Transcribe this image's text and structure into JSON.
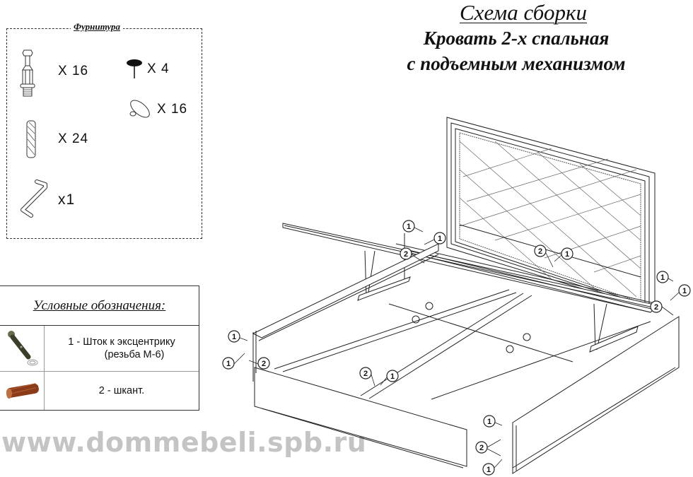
{
  "header": {
    "title": "Схема сборки",
    "subtitle_line1": "Кровать 2-х спальная",
    "subtitle_line2": "с подъемным механизмом"
  },
  "hardware": {
    "title": "Фурнитура",
    "items": [
      {
        "icon": "eccentric-rod-icon",
        "qty": "X  16"
      },
      {
        "icon": "dowel-icon",
        "qty": "X  24"
      },
      {
        "icon": "hex-key-icon",
        "qty": "x1"
      },
      {
        "icon": "nail-icon",
        "qty": "X  4"
      },
      {
        "icon": "cap-plug-icon",
        "qty": "X  16"
      }
    ]
  },
  "legend": {
    "title": "Условные обозначения:",
    "rows": [
      {
        "icon": "eccentric-rod-icon",
        "line1": "1 - Шток к эксцентрику",
        "line2": "(резьба М-6)"
      },
      {
        "icon": "dowel-icon",
        "line1": "2 - шкант.",
        "line2": ""
      }
    ]
  },
  "watermark": "www.dommebeli.spb.ru",
  "callouts": {
    "one": "1",
    "two": "2"
  },
  "colors": {
    "line": "#222222",
    "watermark": "#c4c4c4",
    "dowel": "#8b3a1a",
    "rod": "#3a3f2a"
  }
}
